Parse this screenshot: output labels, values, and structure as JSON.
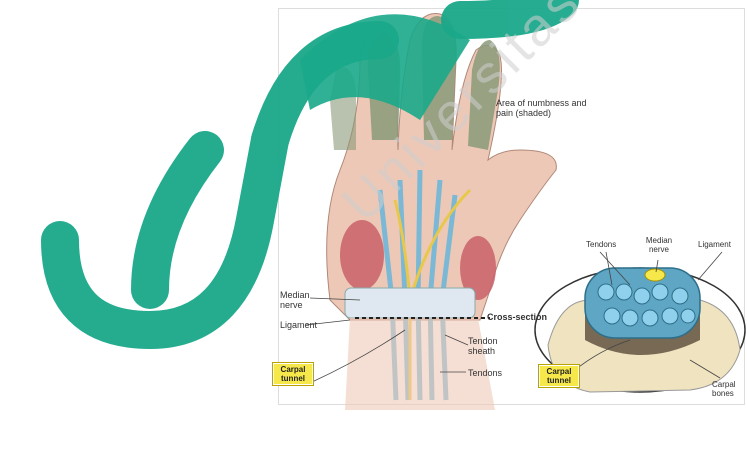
{
  "watermark": {
    "text": "Universitas Aisyiyah Yogyakarta",
    "color": "#1aa88a"
  },
  "labels": {
    "numbness": "Area of numbness and pain (shaded)",
    "median_nerve_left": "Median nerve",
    "ligament_left": "Ligament",
    "cross_section": "Cross-section",
    "tendon_sheath": "Tendon sheath",
    "tendons_left": "Tendons",
    "carpal_tunnel_left": "Carpal tunnel",
    "tendons_right": "Tendons",
    "median_nerve_right": "Median nerve",
    "ligament_right": "Ligament",
    "carpal_tunnel_right": "Carpal tunnel",
    "carpal_bones": "Carpal bones"
  },
  "colors": {
    "skin": "#eec8b6",
    "shaded_fingers": "#8a9a7a",
    "tendon_blue": "#6fb7d9",
    "muscle_red": "#c9606a",
    "bone": "#efe3c0",
    "highlight_yellow": "#f6e84a"
  }
}
